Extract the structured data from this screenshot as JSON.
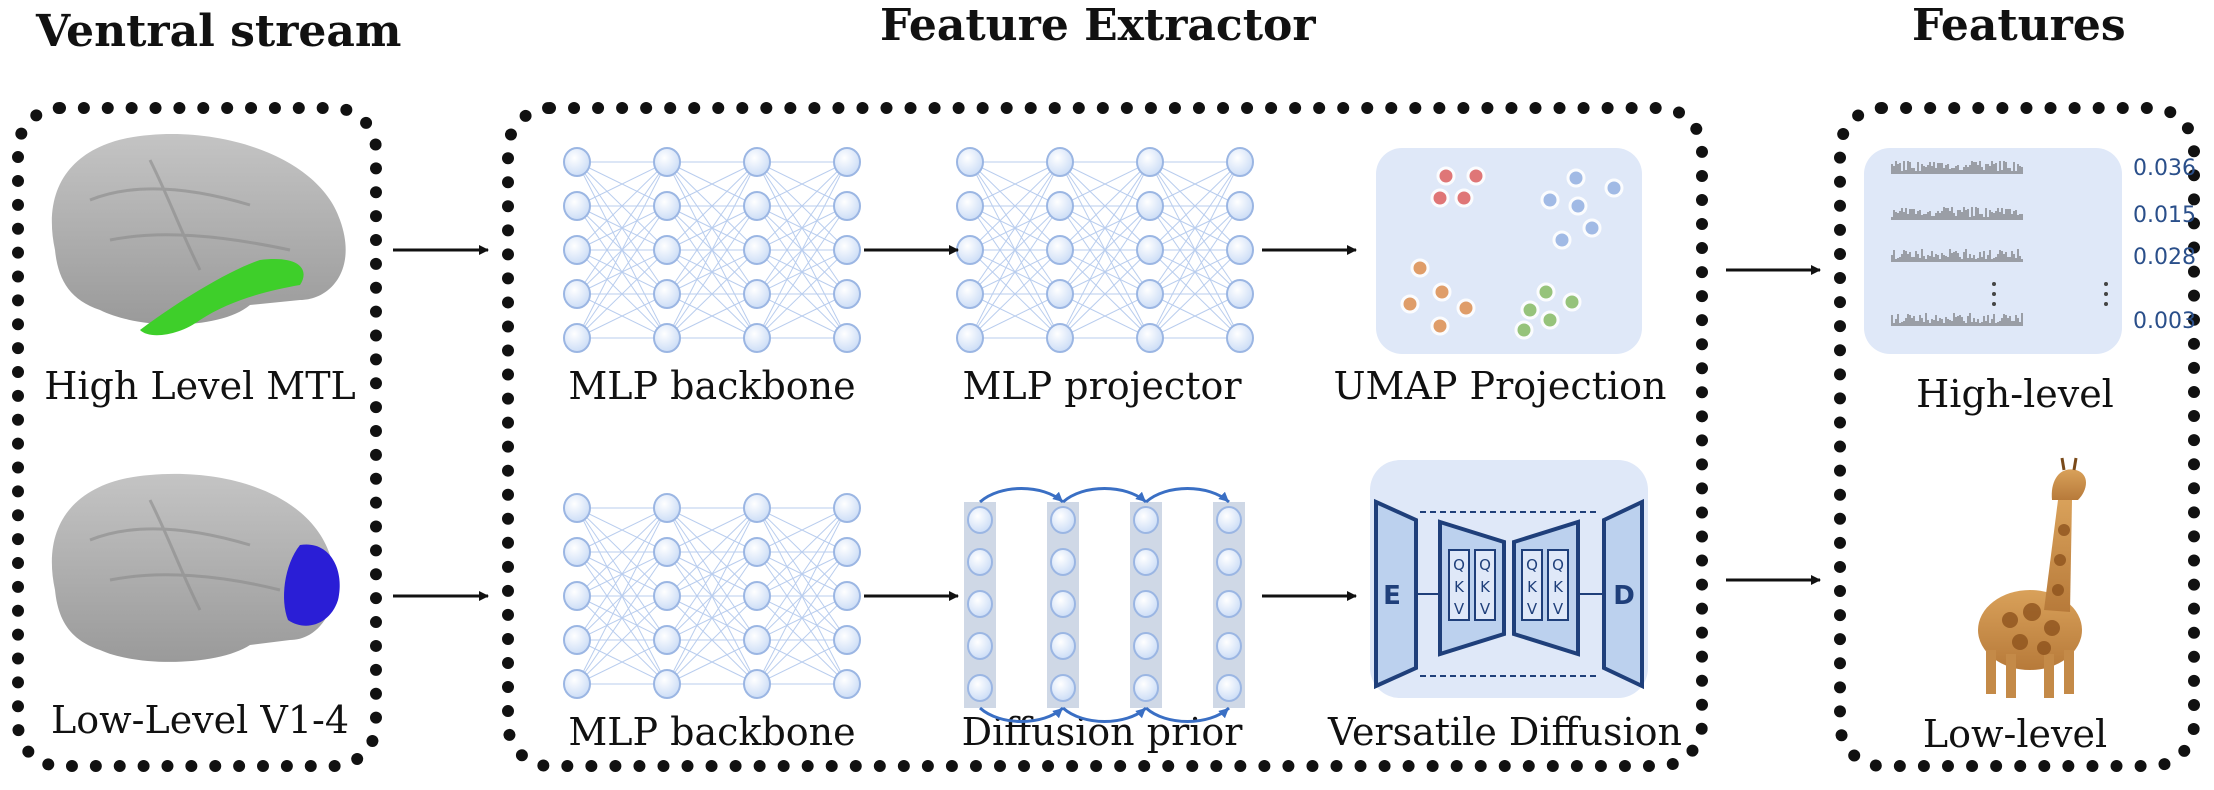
{
  "titles": {
    "ventral": "Ventral stream",
    "extractor": "Feature Extractor",
    "features": "Features"
  },
  "ventral": {
    "high_label": "High Level MTL",
    "low_label": "Low-Level V1-4"
  },
  "extractor": {
    "top_row": [
      "MLP backbone",
      "MLP projector",
      "UMAP Projection"
    ],
    "bottom_row": [
      "MLP backbone",
      "Diffusion prior",
      "Versatile Diffusion"
    ]
  },
  "features": {
    "high_label": "High-level",
    "low_label": "Low-level",
    "values": [
      "0.036",
      "0.015",
      "0.028",
      "0.003"
    ]
  },
  "vd_blocks": {
    "encoder": "E",
    "decoder": "D",
    "attn": [
      "Q",
      "K",
      "V"
    ]
  },
  "colors": {
    "nn_node": "#dce9fb",
    "nn_stroke": "#9bb6e3",
    "panel_bg": "#dfe8f8",
    "brain": "#a9a9a9",
    "mtl": "#3ecf2a",
    "v1": "#2a1ed6",
    "value_text": "#2a4f8a"
  }
}
